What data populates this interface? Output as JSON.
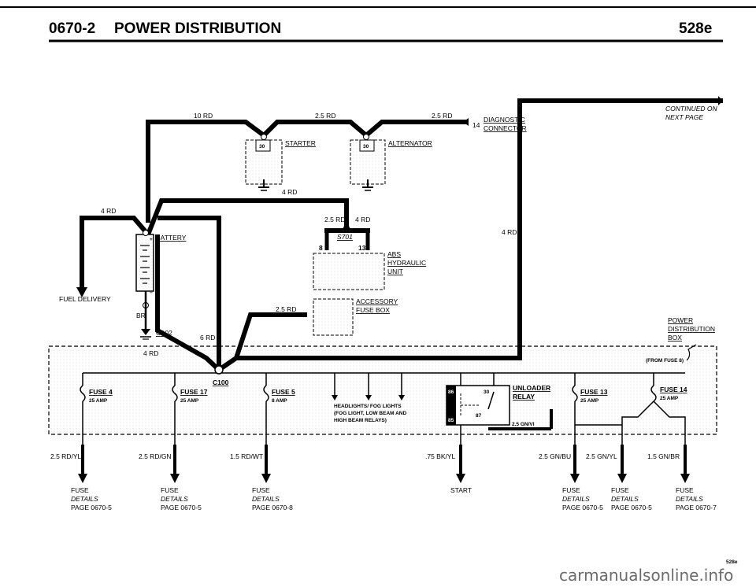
{
  "header": {
    "section": "0670-2",
    "title": "POWER DISTRIBUTION",
    "model": "528e"
  },
  "wires": {
    "w1": "10 RD",
    "w2": "2.5 RD",
    "w3": "2.5 RD",
    "w4": "4 RD",
    "w5": "4 RD",
    "w6": "2.5 RD",
    "w7": "4 RD",
    "w8": "4 RD",
    "w9": "6 RD",
    "w10": "2.5 RD",
    "w11": "4 RD",
    "w12": "2.5 GN/VI",
    "w13": "BR"
  },
  "components": {
    "diagnostic": "DIAGNOSTIC",
    "connector": "CONNECTOR",
    "pin14": "14",
    "starter": "STARTER",
    "alternator": "ALTERNATOR",
    "pin30a": "30",
    "pin30b": "30",
    "battery": "BATTERY",
    "s701": "S701",
    "pin8": "8",
    "pin13": "13",
    "abs1": "ABS",
    "abs2": "HYDRAULIC",
    "abs3": "UNIT",
    "acc1": "ACCESSORY",
    "acc2": "FUSE BOX",
    "g102": "G102",
    "fuel": "FUEL DELIVERY",
    "continued1": "CONTINUED ON",
    "continued2": "NEXT PAGE",
    "pdb1": "POWER",
    "pdb2": "DISTRIBUTION",
    "pdb3": "BOX",
    "fromfuse": "(FROM FUSE 8)",
    "c100": "C100",
    "unloader1": "UNLOADER",
    "unloader2": "RELAY",
    "relay86": "86",
    "relay85": "85",
    "relay87": "87",
    "relay30": "30",
    "hl1": "HEADLIGHTS/ FOG LIGHTS",
    "hl2": "(FOG LIGHT, LOW BEAM AND",
    "hl3": "HIGH BEAM RELAYS)"
  },
  "fuses": [
    {
      "name": "FUSE 4",
      "amp": "25 AMP"
    },
    {
      "name": "FUSE 17",
      "amp": "25 AMP"
    },
    {
      "name": "FUSE 5",
      "amp": "8 AMP"
    },
    {
      "name": "FUSE 13",
      "amp": "25 AMP"
    },
    {
      "name": "FUSE 14",
      "amp": "25 AMP"
    }
  ],
  "outputs": [
    {
      "wire": "2.5 RD/YL",
      "l1": "FUSE",
      "l2": "DETAILS",
      "l3": "PAGE 0670-5"
    },
    {
      "wire": "2.5 RD/GN",
      "l1": "FUSE",
      "l2": "DETAILS",
      "l3": "PAGE 0670-5"
    },
    {
      "wire": "1.5 RD/WT",
      "l1": "FUSE",
      "l2": "DETAILS",
      "l3": "PAGE 0670-8"
    },
    {
      "wire": ".75 BK/YL",
      "l1": "START"
    },
    {
      "wire": "2.5 GN/BU",
      "l1": "FUSE",
      "l2": "DETAILS",
      "l3": "PAGE 0670-5"
    },
    {
      "wire": "2.5 GN/YL",
      "l1": "FUSE",
      "l2": "DETAILS",
      "l3": "PAGE 0670-5"
    },
    {
      "wire": "1.5 GN/BR",
      "l1": "FUSE",
      "l2": "DETAILS",
      "l3": "PAGE 0670-7"
    }
  ],
  "footer": {
    "code": "528e",
    "watermark": "carmanualsonline.info"
  }
}
